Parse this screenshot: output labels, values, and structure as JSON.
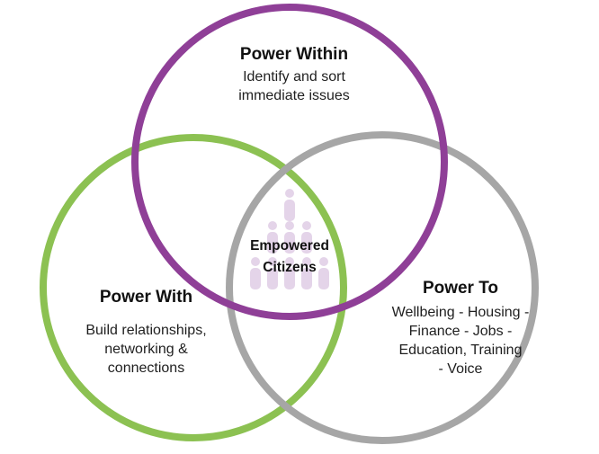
{
  "diagram": {
    "circles": {
      "within": {
        "title": "Power Within",
        "lines": [
          "Identify and sort",
          "immediate issues"
        ],
        "color": "#8f3f97"
      },
      "with": {
        "title": "Power With",
        "lines": [
          "Build relationships,",
          "networking &",
          "connections"
        ],
        "color": "#8cc152"
      },
      "to": {
        "title": "Power To",
        "lines": [
          "Wellbeing - Housing -",
          "Finance - Jobs -",
          "Education, Training",
          "- Voice"
        ],
        "color": "#a6a6a6"
      }
    },
    "center": {
      "lines": [
        "Empowered",
        "Citizens"
      ],
      "icon": "people-crowd-icon",
      "icon_color": "#e4d4e9"
    }
  }
}
